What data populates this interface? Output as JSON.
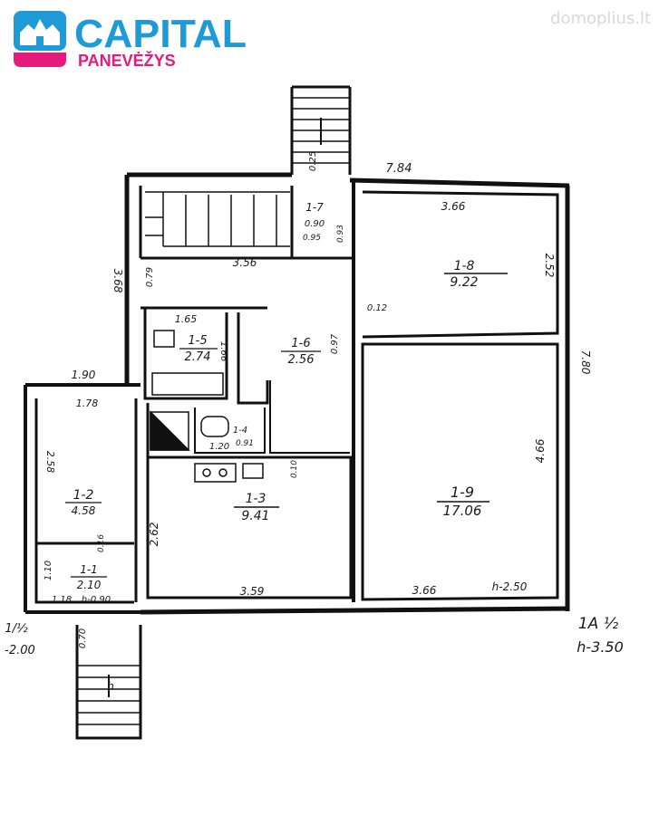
{
  "brand": {
    "name": "CAPITAL",
    "city": "PANEVĖŽYS",
    "color_blue": "#1e9ad6",
    "color_pink": "#e6197d"
  },
  "watermark": "domoplius.lt",
  "plan": {
    "rooms": [
      {
        "id": "1-7",
        "area": "0.90"
      },
      {
        "id": "1-8",
        "area": "9.22"
      },
      {
        "id": "1-5",
        "area": "2.74"
      },
      {
        "id": "1-6",
        "area": "2.56"
      },
      {
        "id": "1-4",
        "area": "1.20"
      },
      {
        "id": "1-2",
        "area": "4.58"
      },
      {
        "id": "1-3",
        "area": "9.41"
      },
      {
        "id": "1-9",
        "area": "17.06"
      },
      {
        "id": "1-1",
        "area": "2.10"
      }
    ],
    "dims": {
      "total_width": "7.84",
      "room8_width": "3.66",
      "room8_height": "2.52",
      "corridor_width": "3.56",
      "left_height": "3.68",
      "stair_offset": "0.25",
      "small_a": "0.95",
      "small_b": "0.93",
      "wall_a": "0.79",
      "wall_b": "0.12",
      "room5_width": "1.65",
      "room5_height": "1.66",
      "room6_depth": "0.97",
      "total_height": "7.80",
      "annex_width": "1.90",
      "annex_inner": "1.78",
      "annex_height": "2.58",
      "room4_depth": "0.91",
      "room3_side": "2.62",
      "room3_small": "0.10",
      "room9_height": "4.66",
      "room1_height": "1.10",
      "annex_low": "0.16",
      "room3_width": "3.59",
      "room9_width": "3.66",
      "room9_h": "h-2.50",
      "room1_w1": "1.18",
      "room1_w2": "h-0.90",
      "porch_depth": "0.70",
      "stair_bottom_h": "h",
      "left_note1": "1/½",
      "left_note2": "-2.00"
    },
    "legend": {
      "code": "1A ½",
      "height": "h-3.50"
    }
  }
}
